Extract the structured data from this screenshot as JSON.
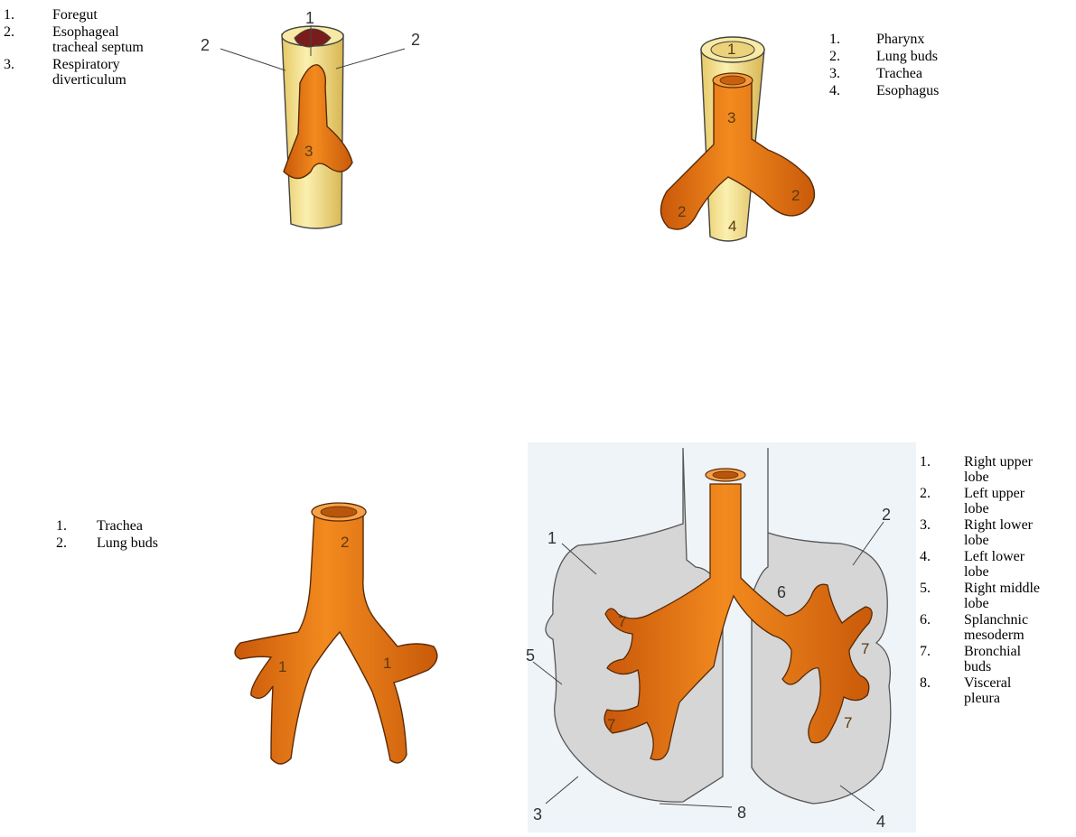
{
  "legend_foregut": {
    "items": [
      {
        "num": "1.",
        "text": "Foregut"
      },
      {
        "num": "2.",
        "text": "Esophageal tracheal septum"
      },
      {
        "num": "3.",
        "text": "Respiratory diverticulum"
      }
    ]
  },
  "legend_pharynx": {
    "items": [
      {
        "num": "1.",
        "text": "Pharynx"
      },
      {
        "num": "2.",
        "text": "Lung buds"
      },
      {
        "num": "3.",
        "text": "Trachea"
      },
      {
        "num": "4.",
        "text": "Esophagus"
      }
    ]
  },
  "legend_trachea": {
    "items": [
      {
        "num": "1.",
        "text": "Trachea"
      },
      {
        "num": "2.",
        "text": "Lung buds"
      }
    ]
  },
  "legend_lobes": {
    "items": [
      {
        "num": "1.",
        "text": "Right upper lobe"
      },
      {
        "num": "2.",
        "text": "Left upper lobe"
      },
      {
        "num": "3.",
        "text": "Right lower lobe"
      },
      {
        "num": "4.",
        "text": "Left lower lobe"
      },
      {
        "num": "5.",
        "text": "Right middle lobe"
      },
      {
        "num": "6.",
        "text": "Splanchnic mesoderm"
      },
      {
        "num": "7.",
        "text": "Bronchial buds"
      },
      {
        "num": "8.",
        "text": "Visceral pleura"
      }
    ]
  },
  "figure_a_labels": {
    "l1": "1",
    "l2a": "2",
    "l2b": "2",
    "l3": "3"
  },
  "figure_b_labels": {
    "l1": "1",
    "l3": "3",
    "l2a": "2",
    "l2b": "2",
    "l4": "4"
  },
  "figure_c_labels": {
    "l2": "2",
    "l1a": "1",
    "l1b": "1"
  },
  "figure_d_labels": {
    "l1": "1",
    "l2": "2",
    "l3": "3",
    "l4": "4",
    "l5": "5",
    "l6": "6",
    "l7a": "7",
    "l7b": "7",
    "l7c": "7",
    "l7d": "7",
    "l8": "8"
  },
  "colors": {
    "orange": "#e8750f",
    "orange_dark": "#b84a06",
    "yellow": "#f5e08a",
    "yellow_dark": "#c9a74a",
    "gray": "#d9d9d9",
    "panel": "#eef4f8"
  }
}
